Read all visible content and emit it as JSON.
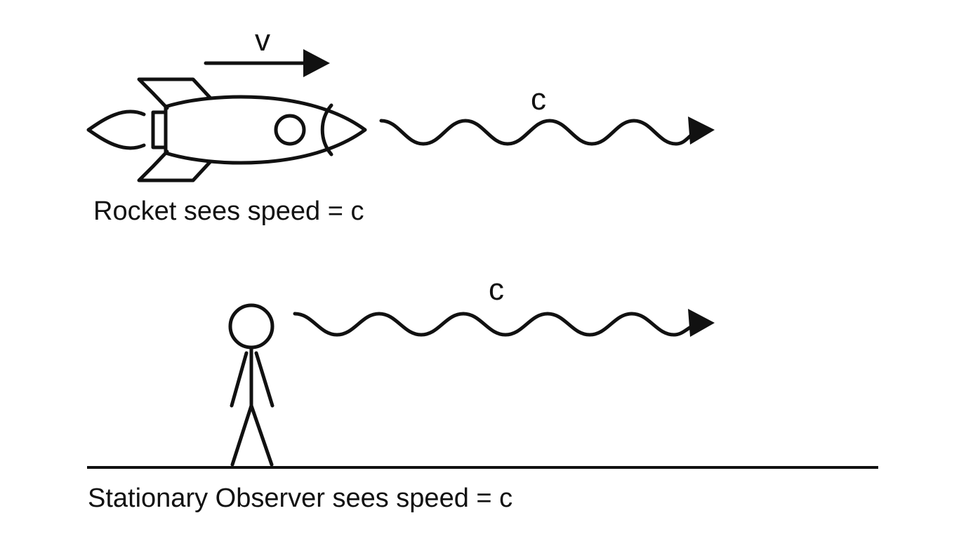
{
  "colors": {
    "ink": "#111111",
    "background": "#ffffff"
  },
  "rocket_frame": {
    "velocity_label": "v",
    "light_speed_label": "c",
    "caption": "Rocket sees speed = c"
  },
  "observer_frame": {
    "light_speed_label": "c",
    "caption": "Stationary Observer sees speed = c"
  },
  "icons": [
    "rocket-icon",
    "stick-figure-icon",
    "light-wave-icon",
    "arrow-icon"
  ]
}
